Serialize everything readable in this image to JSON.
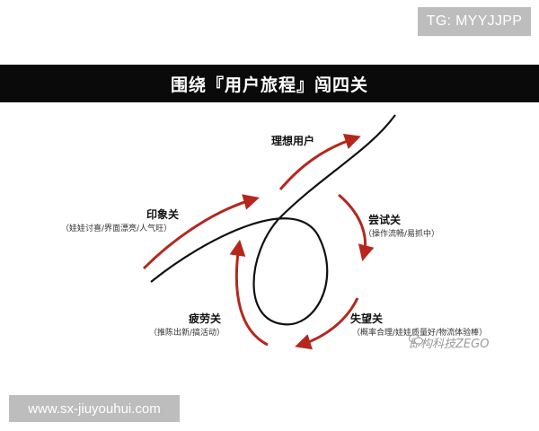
{
  "tags": {
    "top_right": "TG: MYYJJPP",
    "bottom_left": "www.sx-jiuyouhui.com"
  },
  "title": "围绕『用户旅程』闯四关",
  "stages": {
    "ideal_user": {
      "label": "理想用户"
    },
    "impression": {
      "label": "印象关",
      "desc": "（娃娃讨喜/界面漂亮/人气旺）"
    },
    "trial": {
      "label": "尝试关",
      "desc": "（操作流畅/易抓中）"
    },
    "disappointment": {
      "label": "失望关",
      "desc": "（概率合理/娃娃质量好/物流体验棒）"
    },
    "fatigue": {
      "label": "疲劳关",
      "desc": "（推陈出新/搞活动）"
    }
  },
  "watermark": {
    "text": "即构科技ZEGO",
    "icon": "wechat-icon"
  },
  "colors": {
    "arrow": "#b5271d",
    "curve": "#111111",
    "title_bg": "#0a0a0a",
    "tag_bg": "#bdbdbd"
  }
}
